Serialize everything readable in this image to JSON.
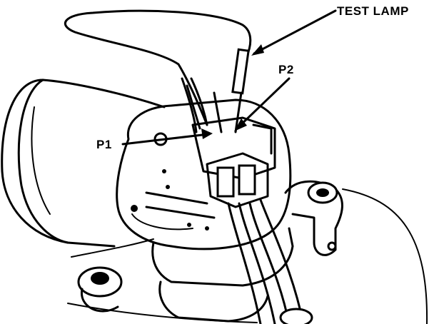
{
  "labels": {
    "test_lamp": "TEST LAMP",
    "p1": "P1",
    "p2": "P2"
  }
}
